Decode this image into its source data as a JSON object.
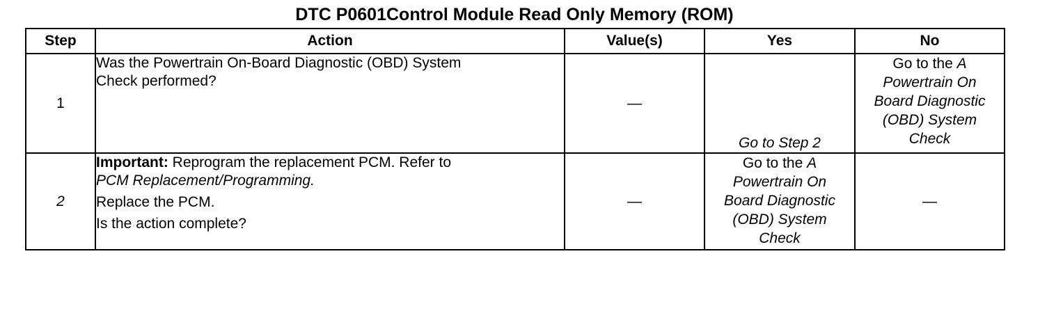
{
  "title": "DTC P0601Control Module Read Only Memory (ROM)",
  "headers": {
    "step": "Step",
    "action": "Action",
    "values": "Value(s)",
    "yes": "Yes",
    "no": "No"
  },
  "rows": [
    {
      "step": "1",
      "action_line1": "Was the Powertrain On-Board Diagnostic (OBD) System",
      "action_line2": "Check performed?",
      "value": "—",
      "yes": "Go to Step 2",
      "no_prefix": "Go to the ",
      "no_link_a": "A",
      "no_line2": "Powertrain On",
      "no_line3": "Board Diagnostic",
      "no_line4": "(OBD) System",
      "no_line5": "Check"
    },
    {
      "step": "2",
      "important_label": "Important:",
      "important_text": " Reprogram the replacement PCM. Refer to",
      "important_ref": "PCM Replacement/Programming.",
      "action_replace": "Replace the PCM.",
      "action_question": "Is the action complete?",
      "value": "—",
      "yes_prefix": "Go to the ",
      "yes_link_a": "A",
      "yes_line2": "Powertrain On",
      "yes_line3": "Board Diagnostic",
      "yes_line4": "(OBD) System",
      "yes_line5": "Check",
      "no": "—"
    }
  ]
}
